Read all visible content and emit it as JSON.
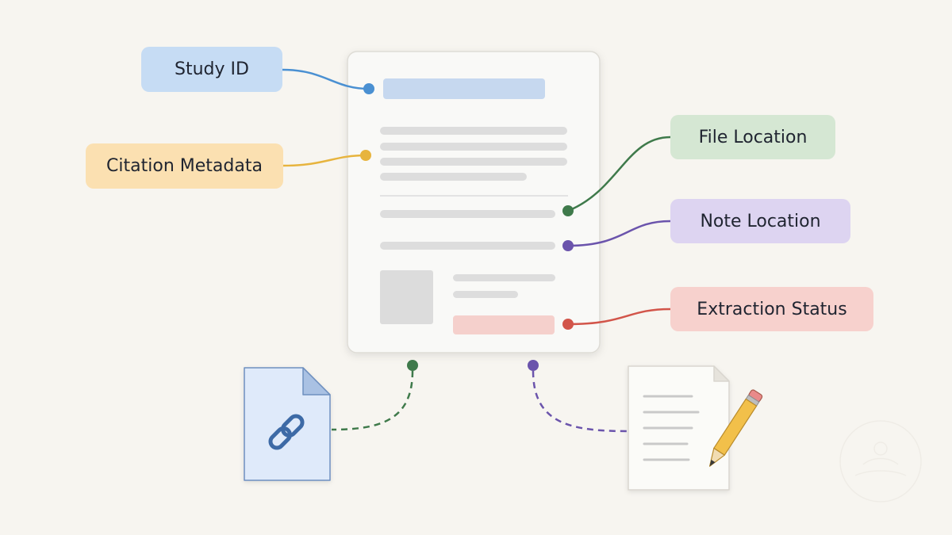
{
  "labels": {
    "study_id": "Study ID",
    "citation_metadata": "Citation Metadata",
    "file_location": "File Location",
    "note_location": "Note Location",
    "extraction_status": "Extraction Status"
  },
  "colors": {
    "background": "#f7f5f0",
    "card": "#f9f9f7",
    "placeholder_line": "#dcdcdc",
    "study_id": "#4a90d2",
    "citation_metadata": "#e7b43e",
    "file_location": "#3f7a4b",
    "note_location": "#6b54ac",
    "extraction_status": "#d2554a",
    "file_icon_fill": "#dfeafa",
    "file_icon_stroke": "#6e8fbf",
    "pencil": "#f2c04a"
  },
  "icons": {
    "file_link": "linked-file-icon",
    "notes": "note-with-pencil-icon"
  }
}
